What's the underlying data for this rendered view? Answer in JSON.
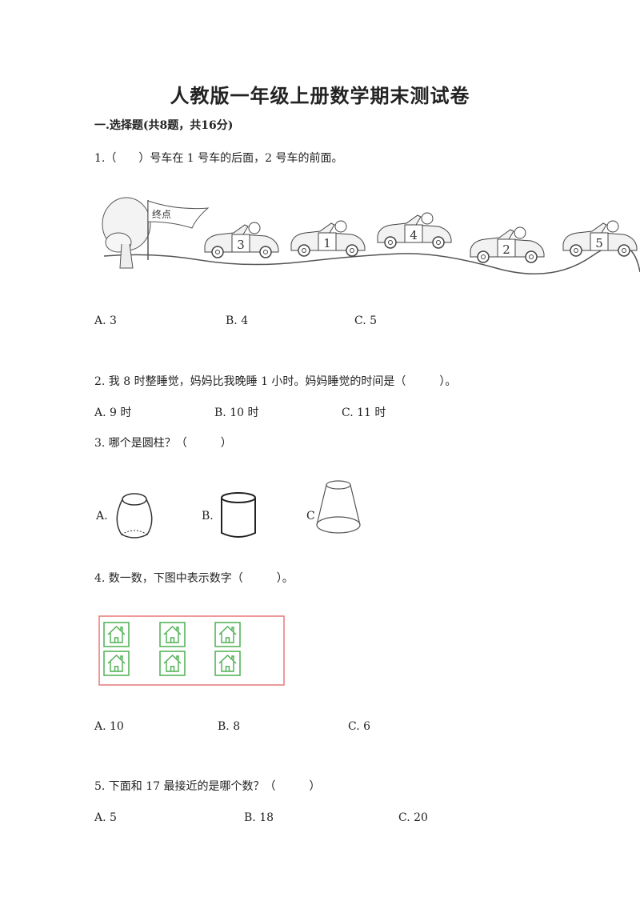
{
  "title": "人教版一年级上册数学期末测试卷",
  "section": "一.选择题(共8题，共16分)",
  "questions": [
    {
      "text": "1.（　　）号车在 1 号车的后面，2 号车的前面。",
      "figure": {
        "flag_text": "终点",
        "car_numbers": [
          "3",
          "1",
          "4",
          "2",
          "5"
        ]
      },
      "options": [
        "A. 3",
        "B. 4",
        "C. 5"
      ]
    },
    {
      "text": "2. 我 8 时整睡觉，妈妈比我晚睡 1 小时。妈妈睡觉的时间是（　　　）。",
      "options": [
        "A. 9 时",
        "B. 10 时",
        "C. 11 时"
      ]
    },
    {
      "text": "3. 哪个是圆柱？（　　　）",
      "options": [
        "A.",
        "B.",
        "C"
      ]
    },
    {
      "text": "4. 数一数，下图中表示数字（　　　）。",
      "figure": {
        "house_count": 6
      },
      "options": [
        "A. 10",
        "B. 8",
        "C. 6"
      ]
    },
    {
      "text": "5. 下面和 17 最接近的是哪个数？（　　　）",
      "options": [
        "A. 5",
        "B. 18",
        "C. 20"
      ]
    }
  ]
}
